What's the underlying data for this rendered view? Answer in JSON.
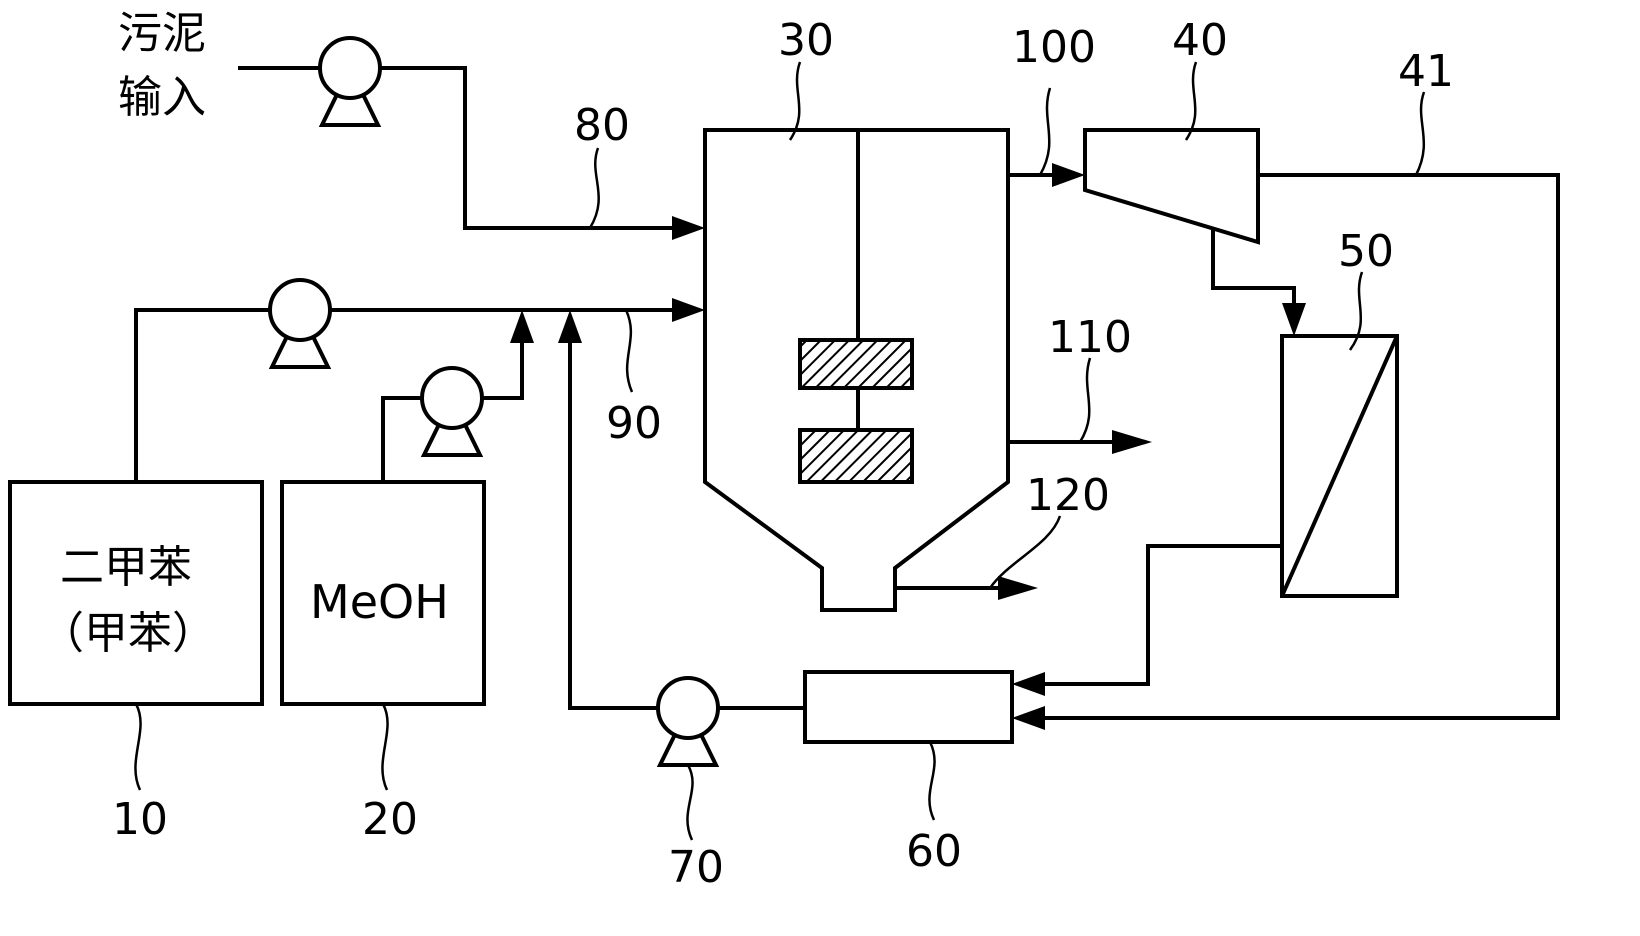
{
  "inlet_text": [
    "污泥",
    "输入"
  ],
  "tank_10_text": [
    "二甲苯",
    "（甲苯）"
  ],
  "tank_20_text": "MeOH",
  "labels": {
    "n10": "10",
    "n20": "20",
    "n30": "30",
    "n40": "40",
    "n41": "41",
    "n50": "50",
    "n60": "60",
    "n70": "70",
    "n80": "80",
    "n90": "90",
    "n100": "100",
    "n110": "110",
    "n120": "120"
  }
}
